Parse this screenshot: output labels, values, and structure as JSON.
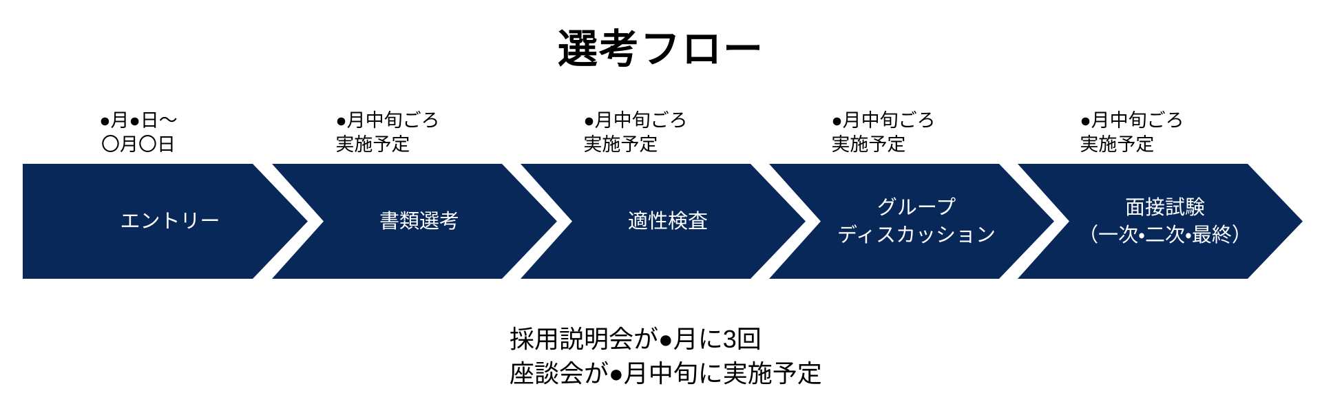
{
  "title": "選考フロー",
  "colors": {
    "arrow_navy": "#08285a",
    "step_text": "#ffffff",
    "body_text": "#000000",
    "background": "#ffffff"
  },
  "steps": [
    {
      "label_line1": "エントリー",
      "label_line2": "",
      "schedule_line1": "●月●日〜",
      "schedule_line2": "〇月〇日"
    },
    {
      "label_line1": "書類選考",
      "label_line2": "",
      "schedule_line1": "●月中旬ごろ",
      "schedule_line2": "実施予定"
    },
    {
      "label_line1": "適性検査",
      "label_line2": "",
      "schedule_line1": "●月中旬ごろ",
      "schedule_line2": "実施予定"
    },
    {
      "label_line1": "グループ",
      "label_line2": "ディスカッション",
      "schedule_line1": "●月中旬ごろ",
      "schedule_line2": "実施予定"
    },
    {
      "label_line1": "面接試験",
      "label_line2": "（一次・二次・最終）",
      "schedule_line1": "●月中旬ごろ",
      "schedule_line2": "実施予定"
    }
  ],
  "footnote": {
    "line1": "採用説明会が●月に3回",
    "line2": "座談会が●月中旬に実施予定"
  }
}
